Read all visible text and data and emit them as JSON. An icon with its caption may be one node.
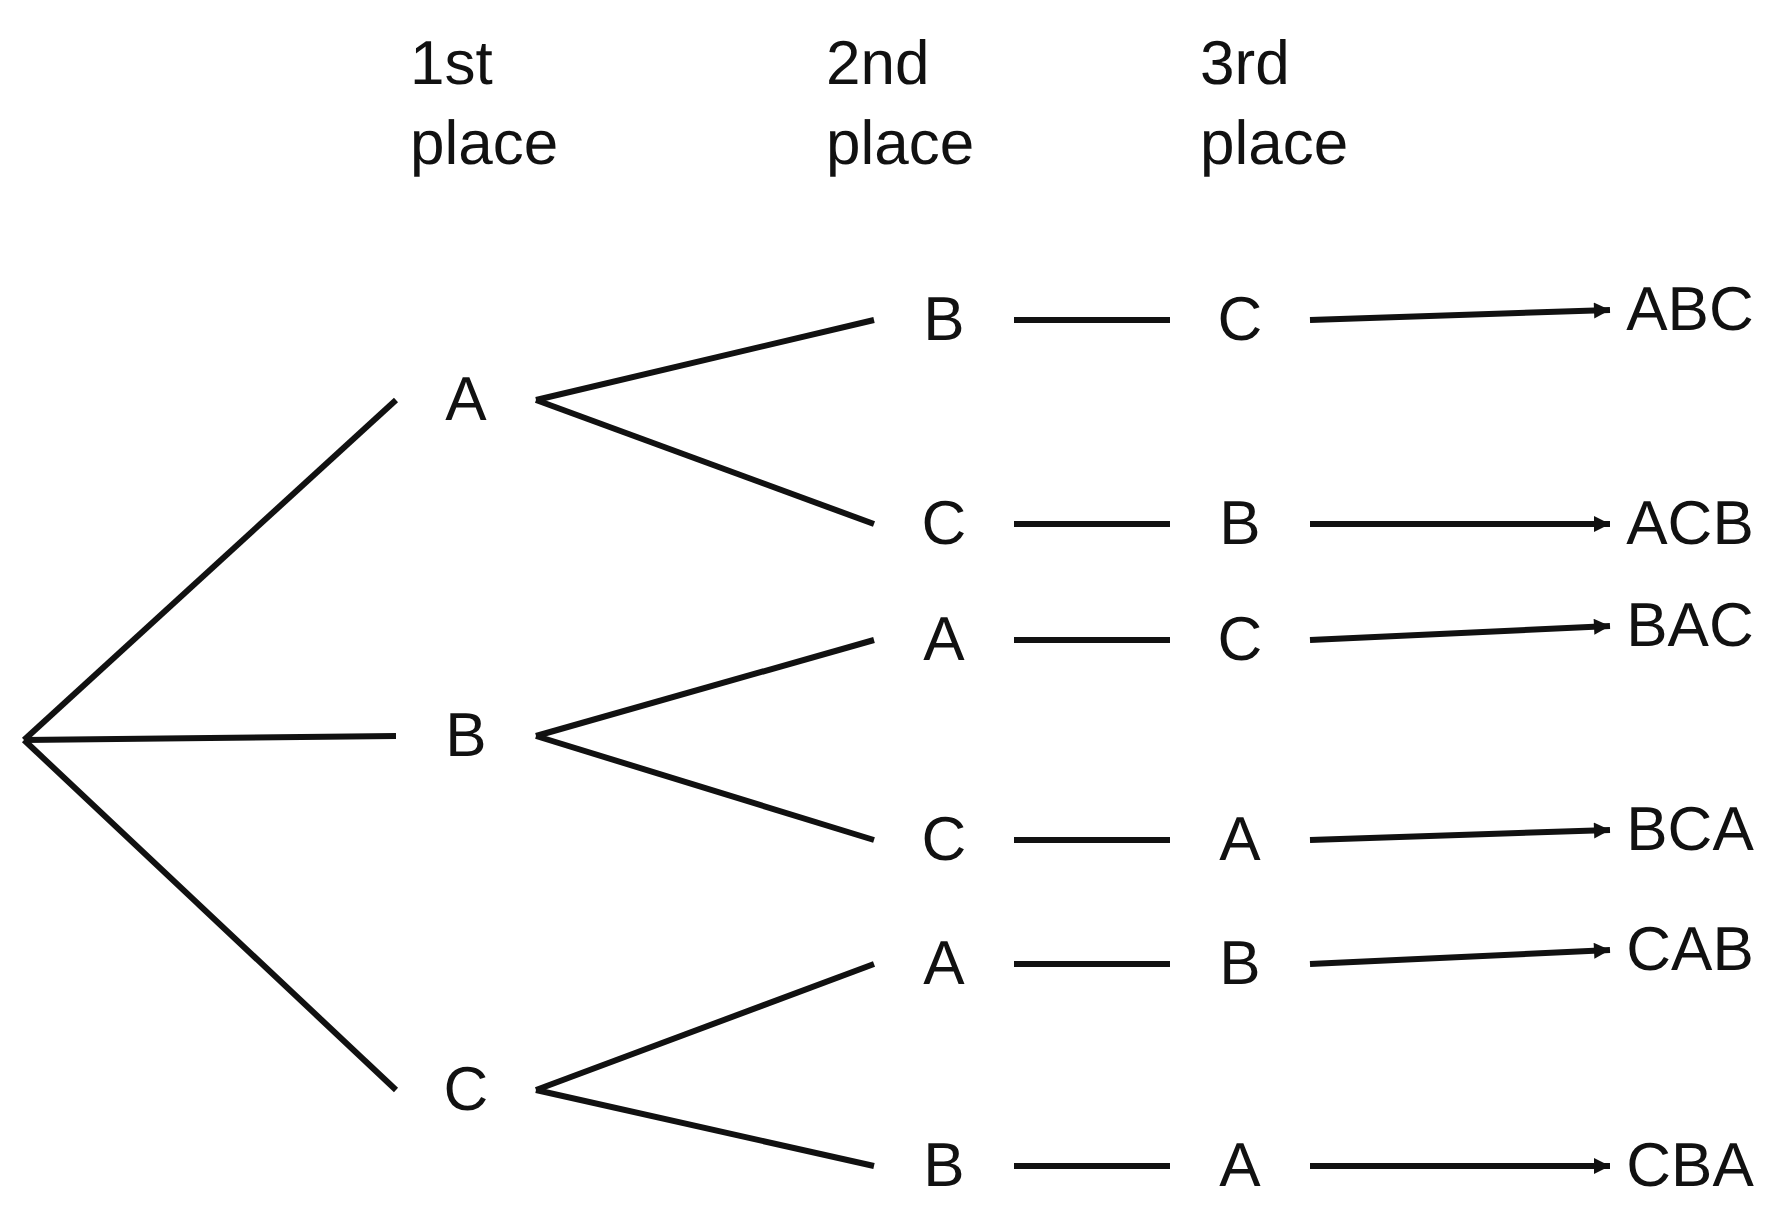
{
  "diagram": {
    "nodes": [
      {
        "text": [
          "A"
        ]
      },
      {
        "text": [
          "B"
        ]
      },
      {
        "text": [
          "C"
        ]
      },
      {
        "text": [
          "B"
        ]
      },
      {
        "text": [
          "C"
        ]
      },
      {
        "text": [
          "A"
        ]
      },
      {
        "text": [
          "C"
        ]
      },
      {
        "text": [
          "A"
        ]
      },
      {
        "text": [
          "B"
        ]
      },
      {
        "text": [
          "C"
        ]
      },
      {
        "text": [
          "B"
        ]
      },
      {
        "text": [
          "C"
        ]
      },
      {
        "text": [
          "A"
        ]
      },
      {
        "text": [
          "B"
        ]
      },
      {
        "text": [
          "A"
        ]
      },
      {
        "text": [
          "ABC"
        ]
      },
      {
        "text": [
          "ACB"
        ]
      },
      {
        "text": [
          "BAC"
        ]
      },
      {
        "text": [
          "BCA"
        ]
      },
      {
        "text": [
          "CAB"
        ]
      },
      {
        "text": [
          "CBA"
        ]
      }
    ],
    "edges": [
      {
        "from": null,
        "to": 0,
        "arrow": "none"
      },
      {
        "from": null,
        "to": 1,
        "arrow": "none"
      },
      {
        "from": null,
        "to": 2,
        "arrow": "none"
      },
      {
        "from": 0,
        "to": 3,
        "arrow": "none"
      },
      {
        "from": 0,
        "to": 4,
        "arrow": "none"
      },
      {
        "from": 1,
        "to": 5,
        "arrow": "none"
      },
      {
        "from": 1,
        "to": 6,
        "arrow": "none"
      },
      {
        "from": 2,
        "to": 7,
        "arrow": "none"
      },
      {
        "from": 2,
        "to": 8,
        "arrow": "none"
      },
      {
        "from": 3,
        "to": 9,
        "arrow": "none"
      },
      {
        "from": 4,
        "to": 10,
        "arrow": "none"
      },
      {
        "from": 5,
        "to": 11,
        "arrow": "none"
      },
      {
        "from": 6,
        "to": 12,
        "arrow": "none"
      },
      {
        "from": 7,
        "to": 13,
        "arrow": "none"
      },
      {
        "from": 8,
        "to": 14,
        "arrow": "none"
      },
      {
        "from": 9,
        "to": 15,
        "arrow": "to"
      },
      {
        "from": 10,
        "to": 16,
        "arrow": "to"
      },
      {
        "from": 11,
        "to": 17,
        "arrow": "to"
      },
      {
        "from": 12,
        "to": 18,
        "arrow": "to"
      },
      {
        "from": 13,
        "to": 19,
        "arrow": "to"
      },
      {
        "from": 14,
        "to": 20,
        "arrow": "to"
      }
    ],
    "labels": [
      "1st place",
      "2nd place",
      "3rd place"
    ]
  }
}
